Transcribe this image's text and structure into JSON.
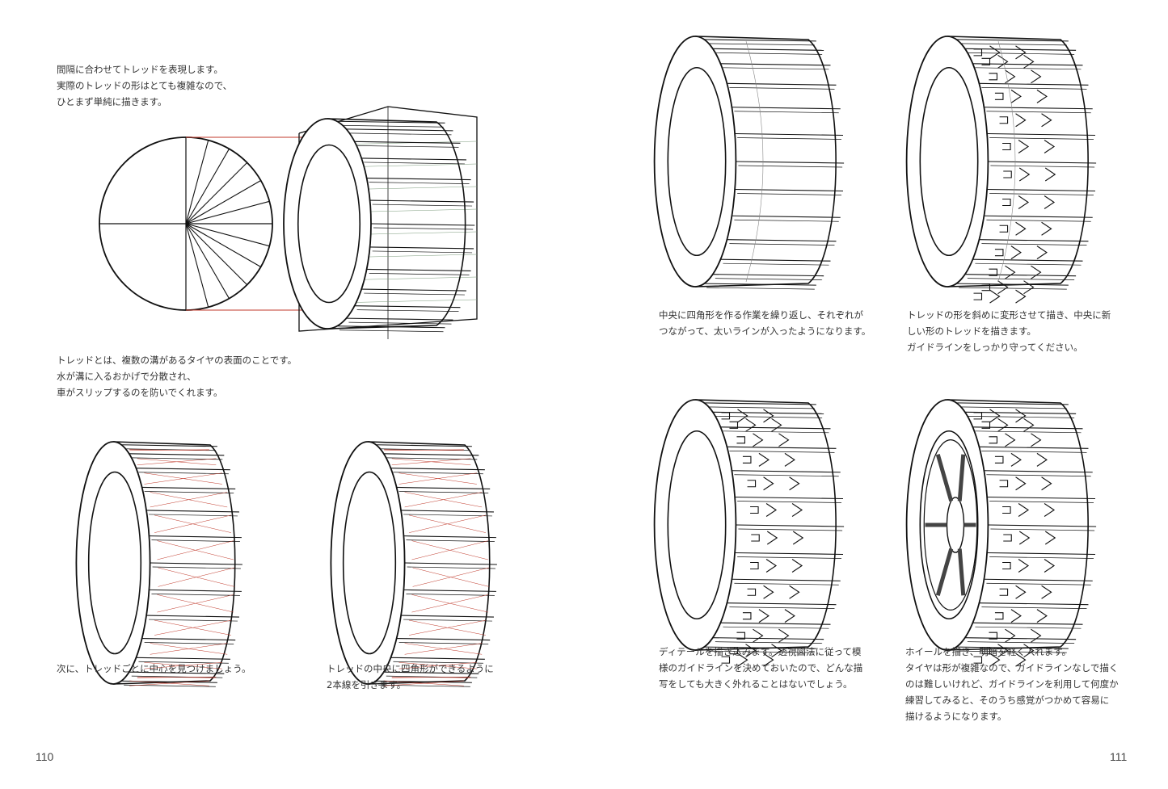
{
  "left_page": {
    "intro": [
      "間隔に合わせてトレッドを表現します。",
      "実際のトレッドの形はとても複雑なので、",
      "ひとまず単純に描きます。"
    ],
    "tread_definition": [
      "トレッドとは、複数の溝があるタイヤの表面のことです。",
      "水が溝に入るおかげで分散され、",
      "車がスリップするのを防いでくれます。"
    ],
    "step1_caption": [
      "次に、トレッドごとに中心を見つけましょう。"
    ],
    "step2_caption": [
      "トレッドの中央に四角形ができるように",
      "2本線を引きます。"
    ],
    "page_number": "110"
  },
  "right_page": {
    "step3_caption": [
      "中央に四角形を作る作業を繰り返し、それぞれが",
      "つながって、太いラインが入ったようになります。"
    ],
    "step4_caption": [
      "トレッドの形を斜めに変形させて描き、中央に新",
      "しい形のトレッドを描きます。",
      " ガイドラインをしっかり守ってください。"
    ],
    "step5_caption": [
      "ディテールを描き込みます。透視図法に従って模",
      "様のガイドラインを決めておいたので、どんな描",
      "写をしても大きく外れることはないでしょう。"
    ],
    "step6_caption": [
      "ホイールを描き、明暗を軽く入れます。",
      "タイヤは形が複雑なので、ガイドラインなしで描く",
      "のは難しいけれど、ガイドラインを利用して何度か",
      "練習してみると、そのうち感覚がつかめて容易に",
      "描けるようになります。"
    ],
    "page_number": "111"
  },
  "colors": {
    "ink": "#111111",
    "guide_red": "#c0392b",
    "guide_green": "#7a9a7a"
  }
}
